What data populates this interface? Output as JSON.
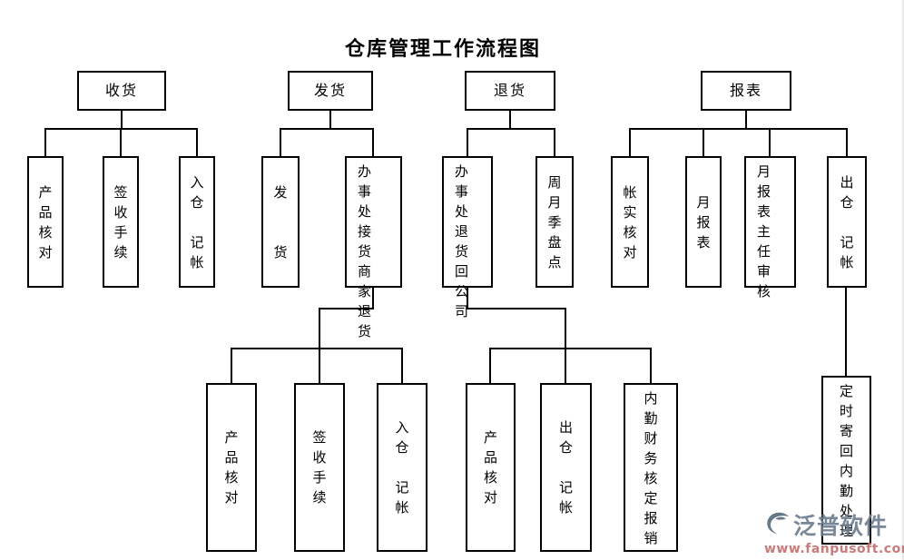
{
  "title": "仓库管理工作流程图",
  "nodes": {
    "shouhuo": "收货",
    "fahuo": "发货",
    "tuihuo": "退货",
    "baobiao": "报表",
    "l2_chanpin_hedui": "产\n品\n核\n对",
    "l2_qianshou_shouxu": "签\n收\n手\n续",
    "l2_rucang_jizhang": "入\n仓\n\n记\n帐",
    "l2_fahuo": "发\n\n\n货",
    "l2_banshichu_jiehuo_shangjia_tuihuo": "办事\n处接\n货商\n家退\n货",
    "l2_banshichu_tuihuo_hui_gongsi": "办事\n处退\n货回\n公司",
    "l2_zhou_yue_ji_pandian": "周\n月\n季\n盘\n点",
    "l2_zhang_shi_hedui": "帐\n实\n核\n对",
    "l2_yuebaobiao": "月\n报\n表",
    "l2_yuebaobiao_zhuren_shenhe": "月报\n表主\n任审\n核",
    "l2_chucang_jizhang": "出\n仓\n\n记\n帐",
    "l3_chanpin_hedui_fahuo": "产\n品\n核\n对",
    "l3_qianshou_shouxu": "签\n收\n手\n续",
    "l3_rucang_jizhang": "入\n仓\n\n记\n帐",
    "l3_chanpin_hedui_tuihuo": "产\n品\n核\n对",
    "l3_chucang_jizhang": "出\n仓\n\n记\n帐",
    "l3_neiqin_caiwu_heding_baoxiao": "内\n勤\n财\n务\n核\n定\n报\n销",
    "l3_dingshi_jihui_neiqin_chuli": "定\n时\n寄\n回\n内\n勤\n处\n理"
  },
  "watermark": {
    "brand": "泛普软件",
    "url": "www.fanpusoft.com"
  },
  "colors": {
    "title": "#000000",
    "line": "#000000",
    "box_background": "#ffffff",
    "watermark_brand": "#6c7e8f",
    "watermark_url": "#c76a6a"
  }
}
